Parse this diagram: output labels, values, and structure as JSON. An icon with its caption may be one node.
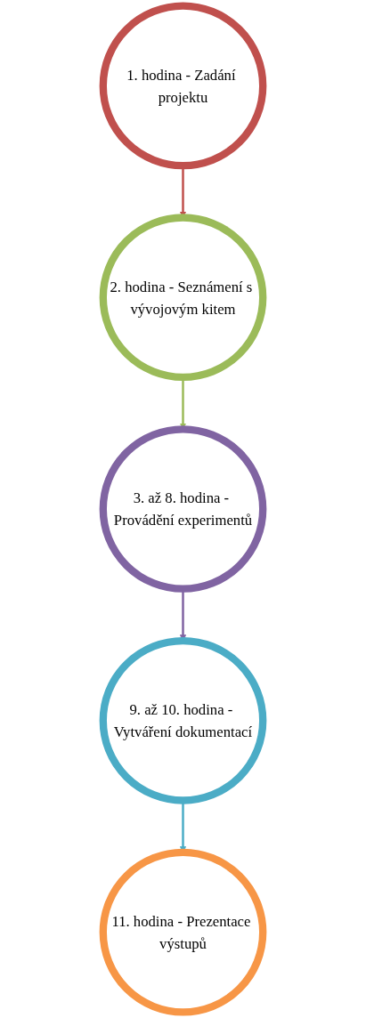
{
  "diagram": {
    "nodes": [
      {
        "text": [
          "1. hodina - Zadání projektu"
        ]
      },
      {
        "text": [
          "2. hodina - Seznámení s vývojovým kitem"
        ]
      },
      {
        "text": [
          "3. až 8. hodina - Provádění experimentů"
        ]
      },
      {
        "text": [
          "9. až 10. hodina - Vytváření dokumentací"
        ]
      },
      {
        "text": [
          "11. hodina - Prezentace výstupů"
        ]
      }
    ],
    "edges": [
      {
        "from": 0,
        "to": 1,
        "arrow": "to",
        "color": "#c0504d"
      },
      {
        "from": 1,
        "to": 2,
        "arrow": "to",
        "color": "#9bbb59"
      },
      {
        "from": 2,
        "to": 3,
        "arrow": "to",
        "color": "#8064a2"
      },
      {
        "from": 3,
        "to": 4,
        "arrow": "to",
        "color": "#4bacc6"
      }
    ]
  }
}
